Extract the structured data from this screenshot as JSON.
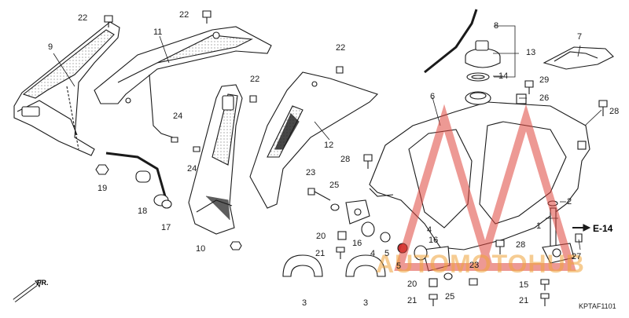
{
  "diagram": {
    "reference_code": "KPTAF1101",
    "section_ref": "E-14",
    "front_indicator": "FR.",
    "watermark": {
      "part1": "AUTO",
      "part2": "MOTO",
      "part3": "HUB",
      "accent": "#e0463e",
      "primary": "#f0a43a"
    },
    "callouts": {
      "p1": "1",
      "p2": "2",
      "p3a": "3",
      "p3b": "3",
      "p4a": "4",
      "p4b": "4",
      "p5a": "5",
      "p5b": "5",
      "p6": "6",
      "p7": "7",
      "p8": "8",
      "p9": "9",
      "p10": "10",
      "p11": "11",
      "p12": "12",
      "p13": "13",
      "p14": "14",
      "p15": "15",
      "p16a": "16",
      "p16b": "16",
      "p17": "17",
      "p18": "18",
      "p19": "19",
      "p20a": "20",
      "p20b": "20",
      "p21a": "21",
      "p21b": "21",
      "p21c": "21",
      "p22a": "22",
      "p22b": "22",
      "p22c": "22",
      "p22d": "22",
      "p23a": "23",
      "p23b": "23",
      "p24a": "24",
      "p24b": "24",
      "p25a": "25",
      "p25b": "25",
      "p26": "26",
      "p27": "27",
      "p28a": "28",
      "p28b": "28",
      "p28c": "28",
      "p29": "29"
    }
  }
}
